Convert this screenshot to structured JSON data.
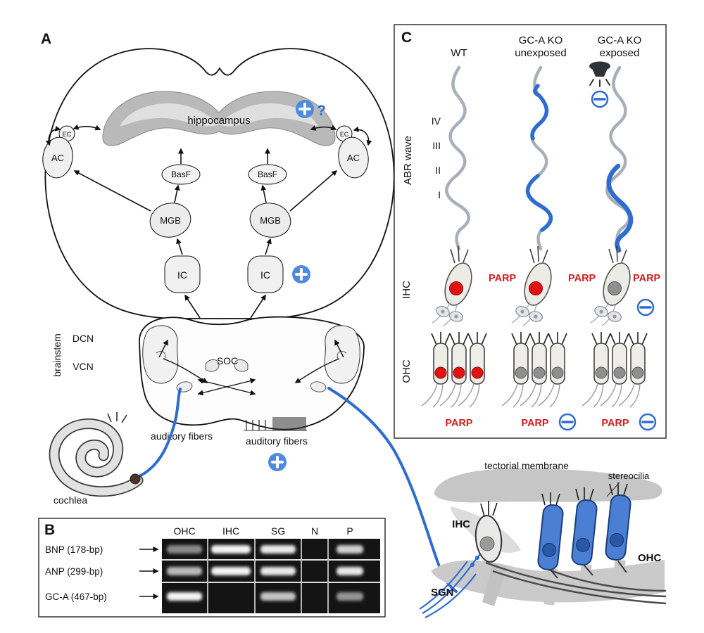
{
  "colors": {
    "accent_blue": "#2f6cd0",
    "plus_fill": "#4d8ae0",
    "parp_red": "#cc1f1f",
    "nucleus_red": "#e01212",
    "nucleus_gray": "#8f8f8f",
    "abr_trace_gray": "#a7b0ba",
    "ohc_cell_blue": "#4a7fd4",
    "gel_background": "#141414"
  },
  "panel_a": {
    "label": "A",
    "regions": {
      "hippocampus": "hippocampus",
      "ec": "EC",
      "ac": "AC",
      "basf": "BasF",
      "mgb": "MGB",
      "ic": "IC",
      "dcn": "DCN",
      "vcn": "VCN",
      "soc": "SOC"
    },
    "brainstem_label": "brainstem",
    "auditory_fibers_label": "auditory fibers",
    "cochlea_label": "cochlea",
    "hippocampus_query": "?"
  },
  "panel_b": {
    "label": "B",
    "lanes": [
      "OHC",
      "IHC",
      "SG",
      "N",
      "P"
    ],
    "targets": [
      "BNP (178-bp)",
      "ANP (299-bp)",
      "GC-A (467-bp)"
    ],
    "band_intensities": [
      [
        0.5,
        0.95,
        0.9,
        0,
        0.8
      ],
      [
        0.7,
        0.95,
        0.9,
        0,
        0.9
      ],
      [
        0.95,
        0,
        0.75,
        0,
        0.55
      ]
    ]
  },
  "panel_c": {
    "label": "C",
    "columns": [
      {
        "line1": "WT",
        "line2": ""
      },
      {
        "line1": "GC-A KO",
        "line2": "unexposed"
      },
      {
        "line1": "GC-A KO",
        "line2": "exposed"
      }
    ],
    "y_axis_label": "ABR wave",
    "wave_labels": [
      "IV",
      "III",
      "II",
      "I"
    ],
    "ihc_row_label": "IHC",
    "ohc_row_label": "OHC",
    "parp_label": "PARP"
  },
  "organ_of_corti": {
    "tectorial_membrane_label": "tectorial membrane",
    "stereocilia_label": "stereocilia",
    "ihc_label": "IHC",
    "ohc_label": "OHC",
    "sgn_label": "SGN"
  }
}
